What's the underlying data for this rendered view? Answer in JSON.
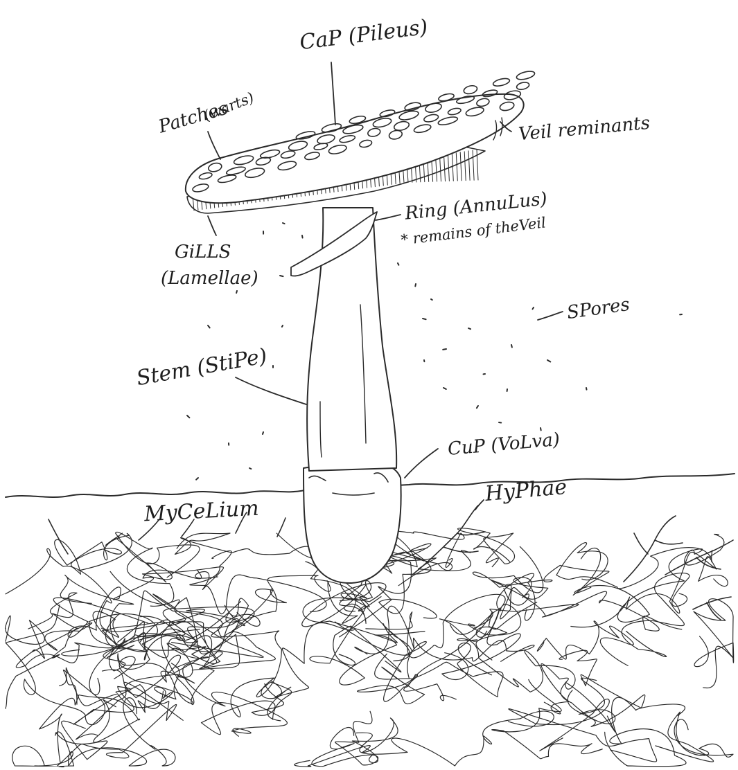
{
  "labels": {
    "cap": "CaP (Pileus)",
    "patches_line1": "Patches",
    "patches_line2": "(warts)",
    "veil_remnants": "Veil reminants",
    "ring": "Ring (AnnuLus)",
    "ring_note": "* remains of theVeil",
    "gills_line1": "GiLLS",
    "gills_line2": "(Lamellae)",
    "spores": "SPores",
    "stem": "Stem (StiPe)",
    "cup": "CuP (VoLva)",
    "hyphae": "HyPhae",
    "mycelium": "MyCeLium"
  },
  "colors": {
    "ink": "#2a2a2a",
    "paper": "#ffffff"
  }
}
